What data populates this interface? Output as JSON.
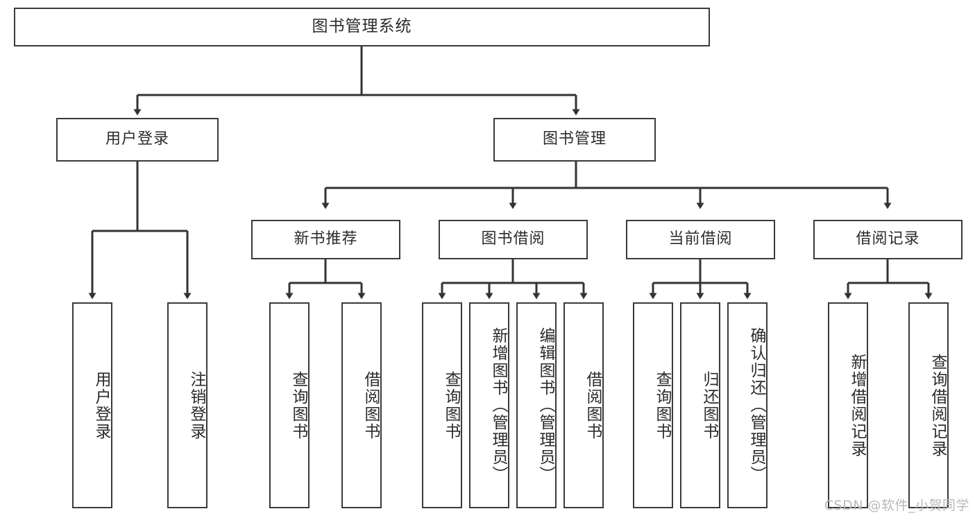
{
  "diagram": {
    "title": "图书管理系统",
    "watermark": "CSDN @软件_小贺同学",
    "colors": {
      "box_border": "#3a3a3a",
      "line": "#333333",
      "text": "#2b2b2b",
      "background": "#ffffff",
      "watermark": "#b9b9b9"
    },
    "root": {
      "label": "图书管理系统"
    },
    "level2": [
      {
        "label": "用户登录"
      },
      {
        "label": "图书管理"
      }
    ],
    "level3": [
      {
        "label": "新书推荐"
      },
      {
        "label": "图书借阅"
      },
      {
        "label": "当前借阅"
      },
      {
        "label": "借阅记录"
      }
    ],
    "leaves": {
      "user_login": [
        {
          "label": "用户登录"
        },
        {
          "label": "注销登录"
        }
      ],
      "new_book_recommend": [
        {
          "label": "查询图书"
        },
        {
          "label": "借阅图书"
        }
      ],
      "book_borrow": [
        {
          "label": "查询图书"
        },
        {
          "label": "新增图书（管理员）"
        },
        {
          "label": "编辑图书（管理员）"
        },
        {
          "label": "借阅图书"
        }
      ],
      "current_borrow": [
        {
          "label": "查询图书"
        },
        {
          "label": "归还图书"
        },
        {
          "label": "确认归还（管理员）"
        }
      ],
      "borrow_record": [
        {
          "label": "新增借阅记录"
        },
        {
          "label": "查询借阅记录"
        }
      ]
    }
  }
}
